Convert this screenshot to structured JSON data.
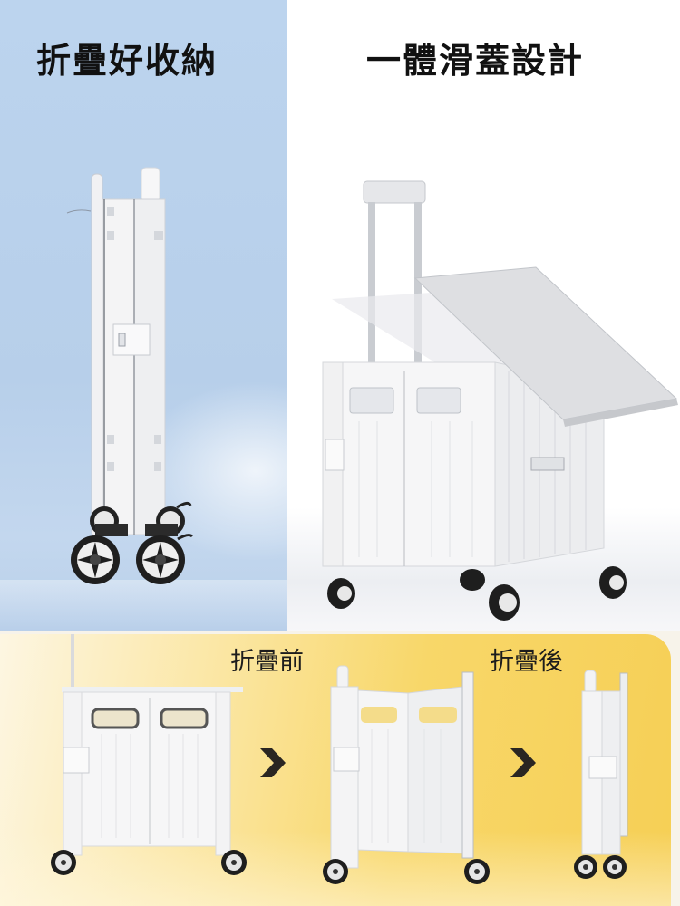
{
  "panels": {
    "left": {
      "heading": "折疊好收納",
      "background_color": "#bcd4ee",
      "image": "folded-cart-side-view"
    },
    "right": {
      "heading": "一體滑蓋設計",
      "background_color": "#ffffff",
      "image": "cart-with-sliding-lid-open"
    },
    "bottom": {
      "label_before": "折疊前",
      "label_after": "折疊後",
      "background_color": "#f8d769",
      "images": [
        "cart-unfolded-front",
        "cart-half-folded",
        "cart-folded"
      ],
      "arrows": [
        "chevron-right-icon",
        "chevron-right-icon"
      ]
    }
  },
  "colors": {
    "heading_text": "#111111",
    "arrow": "#2a2622",
    "wheel": "#1e1e1e",
    "cart_body": "#f3f3f3"
  }
}
